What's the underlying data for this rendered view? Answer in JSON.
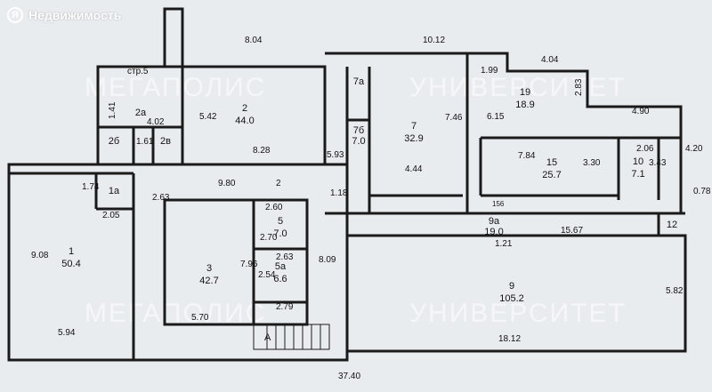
{
  "brand": {
    "logo_letter": "Я",
    "name": "Недвижимость"
  },
  "watermark": {
    "text_1": "МЕГАПОЛИС",
    "text_2": "УНИВЕРСИТЕТ"
  },
  "building": {
    "label": "стр.5"
  },
  "rooms": [
    {
      "id": "1",
      "area": "50.4"
    },
    {
      "id": "1а",
      "area": ""
    },
    {
      "id": "2",
      "area": "44.0"
    },
    {
      "id": "2а",
      "area": ""
    },
    {
      "id": "2б",
      "area": ""
    },
    {
      "id": "2в",
      "area": ""
    },
    {
      "id": "3",
      "area": "42.7"
    },
    {
      "id": "5",
      "area": "7.0"
    },
    {
      "id": "5а",
      "area": "6.6"
    },
    {
      "id": "7",
      "area": "32.9"
    },
    {
      "id": "7а",
      "area": ""
    },
    {
      "id": "7б",
      "area": "7.0"
    },
    {
      "id": "9",
      "area": "105.2"
    },
    {
      "id": "9а",
      "area": "19.0"
    },
    {
      "id": "10",
      "area": "7.1"
    },
    {
      "id": "12",
      "area": ""
    },
    {
      "id": "15",
      "area": "25.7"
    },
    {
      "id": "19",
      "area": "18.9"
    }
  ],
  "dimensions": [
    "8.04",
    "10.12",
    "4.04",
    "1.99",
    "2.83",
    "6.15",
    "4.90",
    "4.20",
    "0.78",
    "1.41",
    "4.02",
    "5.42",
    "8.28",
    "5.93",
    "7.46",
    "4.44",
    "1.18",
    "7.84",
    "3.30",
    "2.06",
    "3.43",
    "1.74",
    "2.63",
    "2.05",
    "9.80",
    "2",
    "9.08",
    "5.94",
    "7.96",
    "5.70",
    "2.60",
    "2.70",
    "2.63",
    "2.54",
    "2.79",
    "8.09",
    "1.21",
    "15.67",
    "5.82",
    "18.12",
    "37.40",
    "1.61"
  ],
  "marks": {
    "stair_label": "A",
    "small_mark": "156"
  }
}
